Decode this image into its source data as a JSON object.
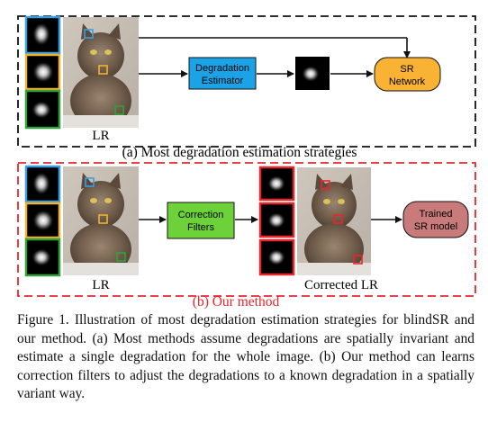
{
  "panel_a": {
    "input_label": "LR",
    "estimator_label_line1": "Degradation",
    "estimator_label_line2": "Estimator",
    "sr_label_line1": "SR",
    "sr_label_line2": "Network",
    "title": "(a) Most degradation estimation strategies",
    "colors": {
      "border": "#111111",
      "estimator": "#1aa3e6",
      "sr": "#f9b233"
    }
  },
  "panel_b": {
    "input_label": "LR",
    "corrected_label": "Corrected LR",
    "filters_label_line1": "Correction",
    "filters_label_line2": "Filters",
    "model_label_line1": "Trained",
    "model_label_line2": "SR model",
    "title": "(b) Our method",
    "colors": {
      "border": "#e8262c",
      "filters": "#6dd23a",
      "model": "#c97a7a"
    }
  },
  "kernel_border_colors": [
    "#3a9fe0",
    "#f2b230",
    "#2fa33a"
  ],
  "caption": "Figure 1. Illustration of most degradation estimation strategies for blindSR and our method. (a) Most methods assume degradations are spatially invariant and estimate a single degradation for the whole image. (b) Our method can learns correction filters to adjust the degradations to a known degradation in a spatially variant way."
}
